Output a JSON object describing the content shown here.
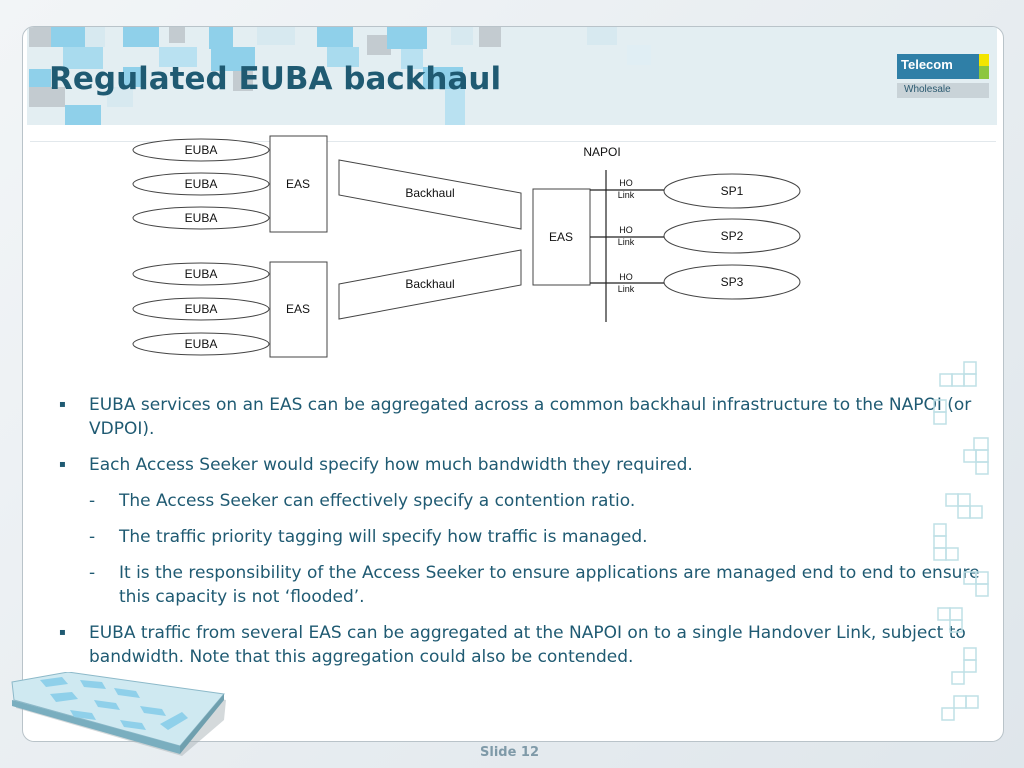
{
  "title": "Regulated EUBA backhaul",
  "logo": {
    "top_text": "Telecom",
    "bottom_text": "Wholesale"
  },
  "diagram": {
    "napoi_label": "NAPOI",
    "euba_label": "EUBA",
    "eas_label": "EAS",
    "backhaul_label": "Backhaul",
    "ho_link_label": [
      "HO",
      "Link"
    ],
    "service_providers": [
      "SP1",
      "SP2",
      "SP3"
    ]
  },
  "bullets": [
    {
      "level": 1,
      "marker": "▪",
      "text": "EUBA services on an EAS can be aggregated across a common backhaul infrastructure to the NAPOI (or VDPOI)."
    },
    {
      "level": 1,
      "marker": "▪",
      "text": "Each Access Seeker would specify how much bandwidth they required."
    },
    {
      "level": 2,
      "marker": "-",
      "text": "The Access Seeker can effectively specify a contention ratio."
    },
    {
      "level": 2,
      "marker": "-",
      "text": "The traffic priority tagging will specify how traffic is managed."
    },
    {
      "level": 2,
      "marker": "-",
      "text": "It is the responsibility of the Access Seeker to ensure applications are managed end to end to ensure this capacity is not ‘flooded’."
    },
    {
      "level": 1,
      "marker": "▪",
      "text": "EUBA traffic from several EAS can be aggregated at the NAPOI on to a single Handover Link, subject to bandwidth. Note that this aggregation could also be contended."
    }
  ],
  "footer": {
    "slide_number": "Slide 12"
  },
  "colors": {
    "title": "#1f5a72",
    "logo_blue": "#2f7fa7",
    "logo_yellow": "#f3e500",
    "logo_green": "#8cc63f",
    "tile_blue": "#8fd0ea",
    "tile_gray": "#c3cbd0"
  }
}
